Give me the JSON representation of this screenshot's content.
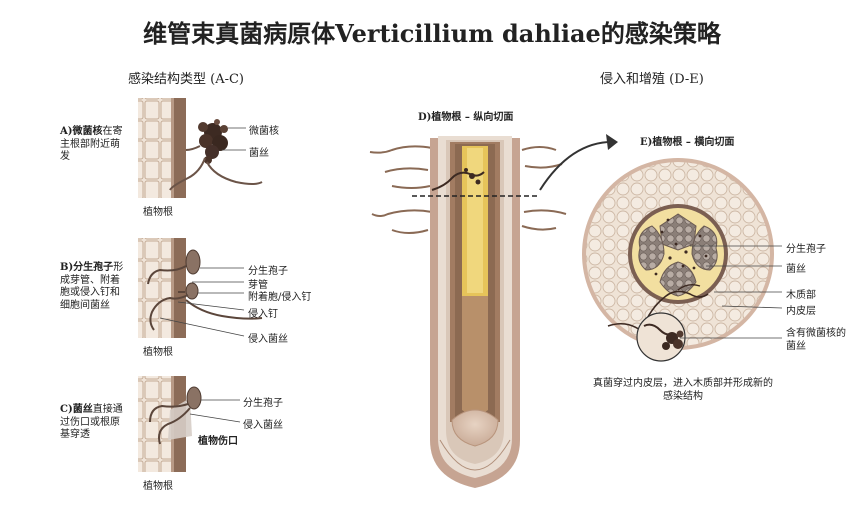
{
  "title": "维管束真菌病原体Verticillium dahliae的感染策略",
  "left_heading": "感染结构类型 (A-C)",
  "right_heading": "侵入和增殖 (D-E)",
  "panel_a": {
    "lead": "A)微菌核",
    "desc": "在寄主根部附近萌发",
    "label_microsclerotia": "微菌核",
    "label_hyphae": "菌丝",
    "label_root": "植物根"
  },
  "panel_b": {
    "lead": "B)分生孢子",
    "desc": "形成芽管、附着胞或侵入钉和细胞间菌丝",
    "label_conidia": "分生孢子",
    "label_germ_tube": "芽管",
    "label_appressorium": "附着胞/侵入钉",
    "label_penetration_peg": "侵入钉",
    "label_invasive_hyphae": "侵入菌丝",
    "label_root": "植物根"
  },
  "panel_c": {
    "lead": "C)菌丝",
    "desc": "直接通过伤口或根原基穿透",
    "label_conidia": "分生孢子",
    "label_invasive_hyphae": "侵入菌丝",
    "label_wound": "植物伤口",
    "label_root": "植物根"
  },
  "panel_d": {
    "label": "D)植物根 – 纵向切面"
  },
  "panel_e": {
    "label": "E)植物根 – 横向切面",
    "label_conidia": "分生孢子",
    "label_hyphae": "菌丝",
    "label_xylem": "木质部",
    "label_endodermis": "内皮层",
    "label_ms_hyphae": "含有微菌核的菌丝",
    "caption": "真菌穿过内皮层，进入木质部并形成新的感染结构"
  },
  "colors": {
    "root_outer": "#c9a99a",
    "root_brown": "#8a6a55",
    "cortex": "#efe6dc",
    "stele": "#b98f6f",
    "xylem_yellow": "#e9c95c",
    "cell_line": "#c4ab96",
    "fungus": "#3d2a22",
    "hyphae": "#6b5448"
  }
}
